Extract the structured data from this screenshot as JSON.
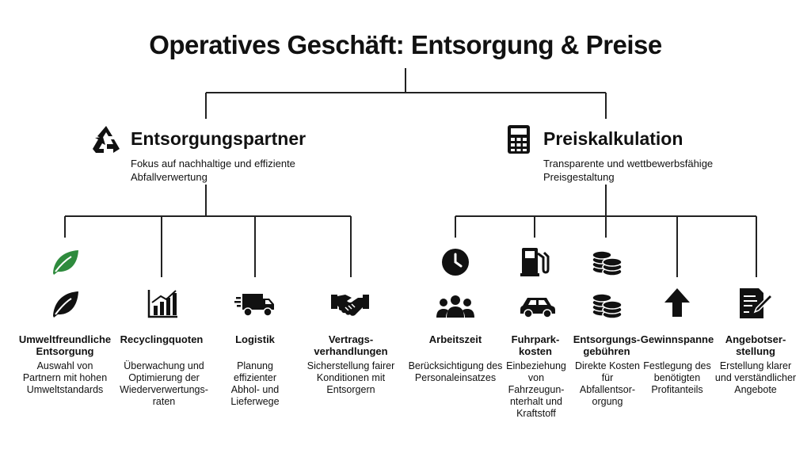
{
  "title": "Operatives Geschäft: Entsorgung & Preise",
  "colors": {
    "accent_green": "#2e8b3d",
    "line": "#222222",
    "text": "#111111"
  },
  "left": {
    "title": "Entsorgungspartner",
    "icon": "recycle-icon",
    "description": "Fokus auf nachhaltige und effiziente Abfallverwertung",
    "items": [
      {
        "label": "Umweltfreundliche Entsorgung",
        "description": "Auswahl von Partnern mit hohen Umweltstandards",
        "icons": [
          "leaf-icon-green",
          "leaf-icon"
        ]
      },
      {
        "label": "Recyclingquoten",
        "description": "Überwachung und Optimierung der Wiederverwertungs- raten",
        "icons": [
          "chart-icon"
        ]
      },
      {
        "label": "Logistik",
        "description": "Planung effizienter Abhol- und Lieferwege",
        "icons": [
          "truck-icon"
        ]
      },
      {
        "label": "Vertrags- verhandlungen",
        "description": "Sicherstellung fairer Konditionen mit Entsorgern",
        "icons": [
          "handshake-icon"
        ]
      }
    ]
  },
  "right": {
    "title": "Preiskalkulation",
    "icon": "calculator-icon",
    "description": "Transparente und wettbewerbsfähige Preisgestaltung",
    "items": [
      {
        "label": "Arbeitszeit",
        "description": "Berücksichtigung des Personaleinsatzes",
        "icons": [
          "clock-icon",
          "users-icon"
        ]
      },
      {
        "label": "Fuhrpark- kosten",
        "description": "Einbeziehung von Fahrzeugun- nterhalt und Kraftstoff",
        "icons": [
          "fuel-pump-icon",
          "car-icon"
        ]
      },
      {
        "label": "Entsorgungs- gebühren",
        "description": "Direkte Kosten für Abfallentsor- orgung",
        "icons": [
          "coins-icon",
          "coins-icon"
        ]
      },
      {
        "label": "Gewinnspanne",
        "description": "Festlegung des benötigten Profitanteils",
        "icons": [
          "arrow-up-icon"
        ]
      },
      {
        "label": "Angebotser- stellung",
        "description": "Erstellung klarer und verständlicher Angebote",
        "icons": [
          "document-pen-icon"
        ]
      }
    ]
  }
}
